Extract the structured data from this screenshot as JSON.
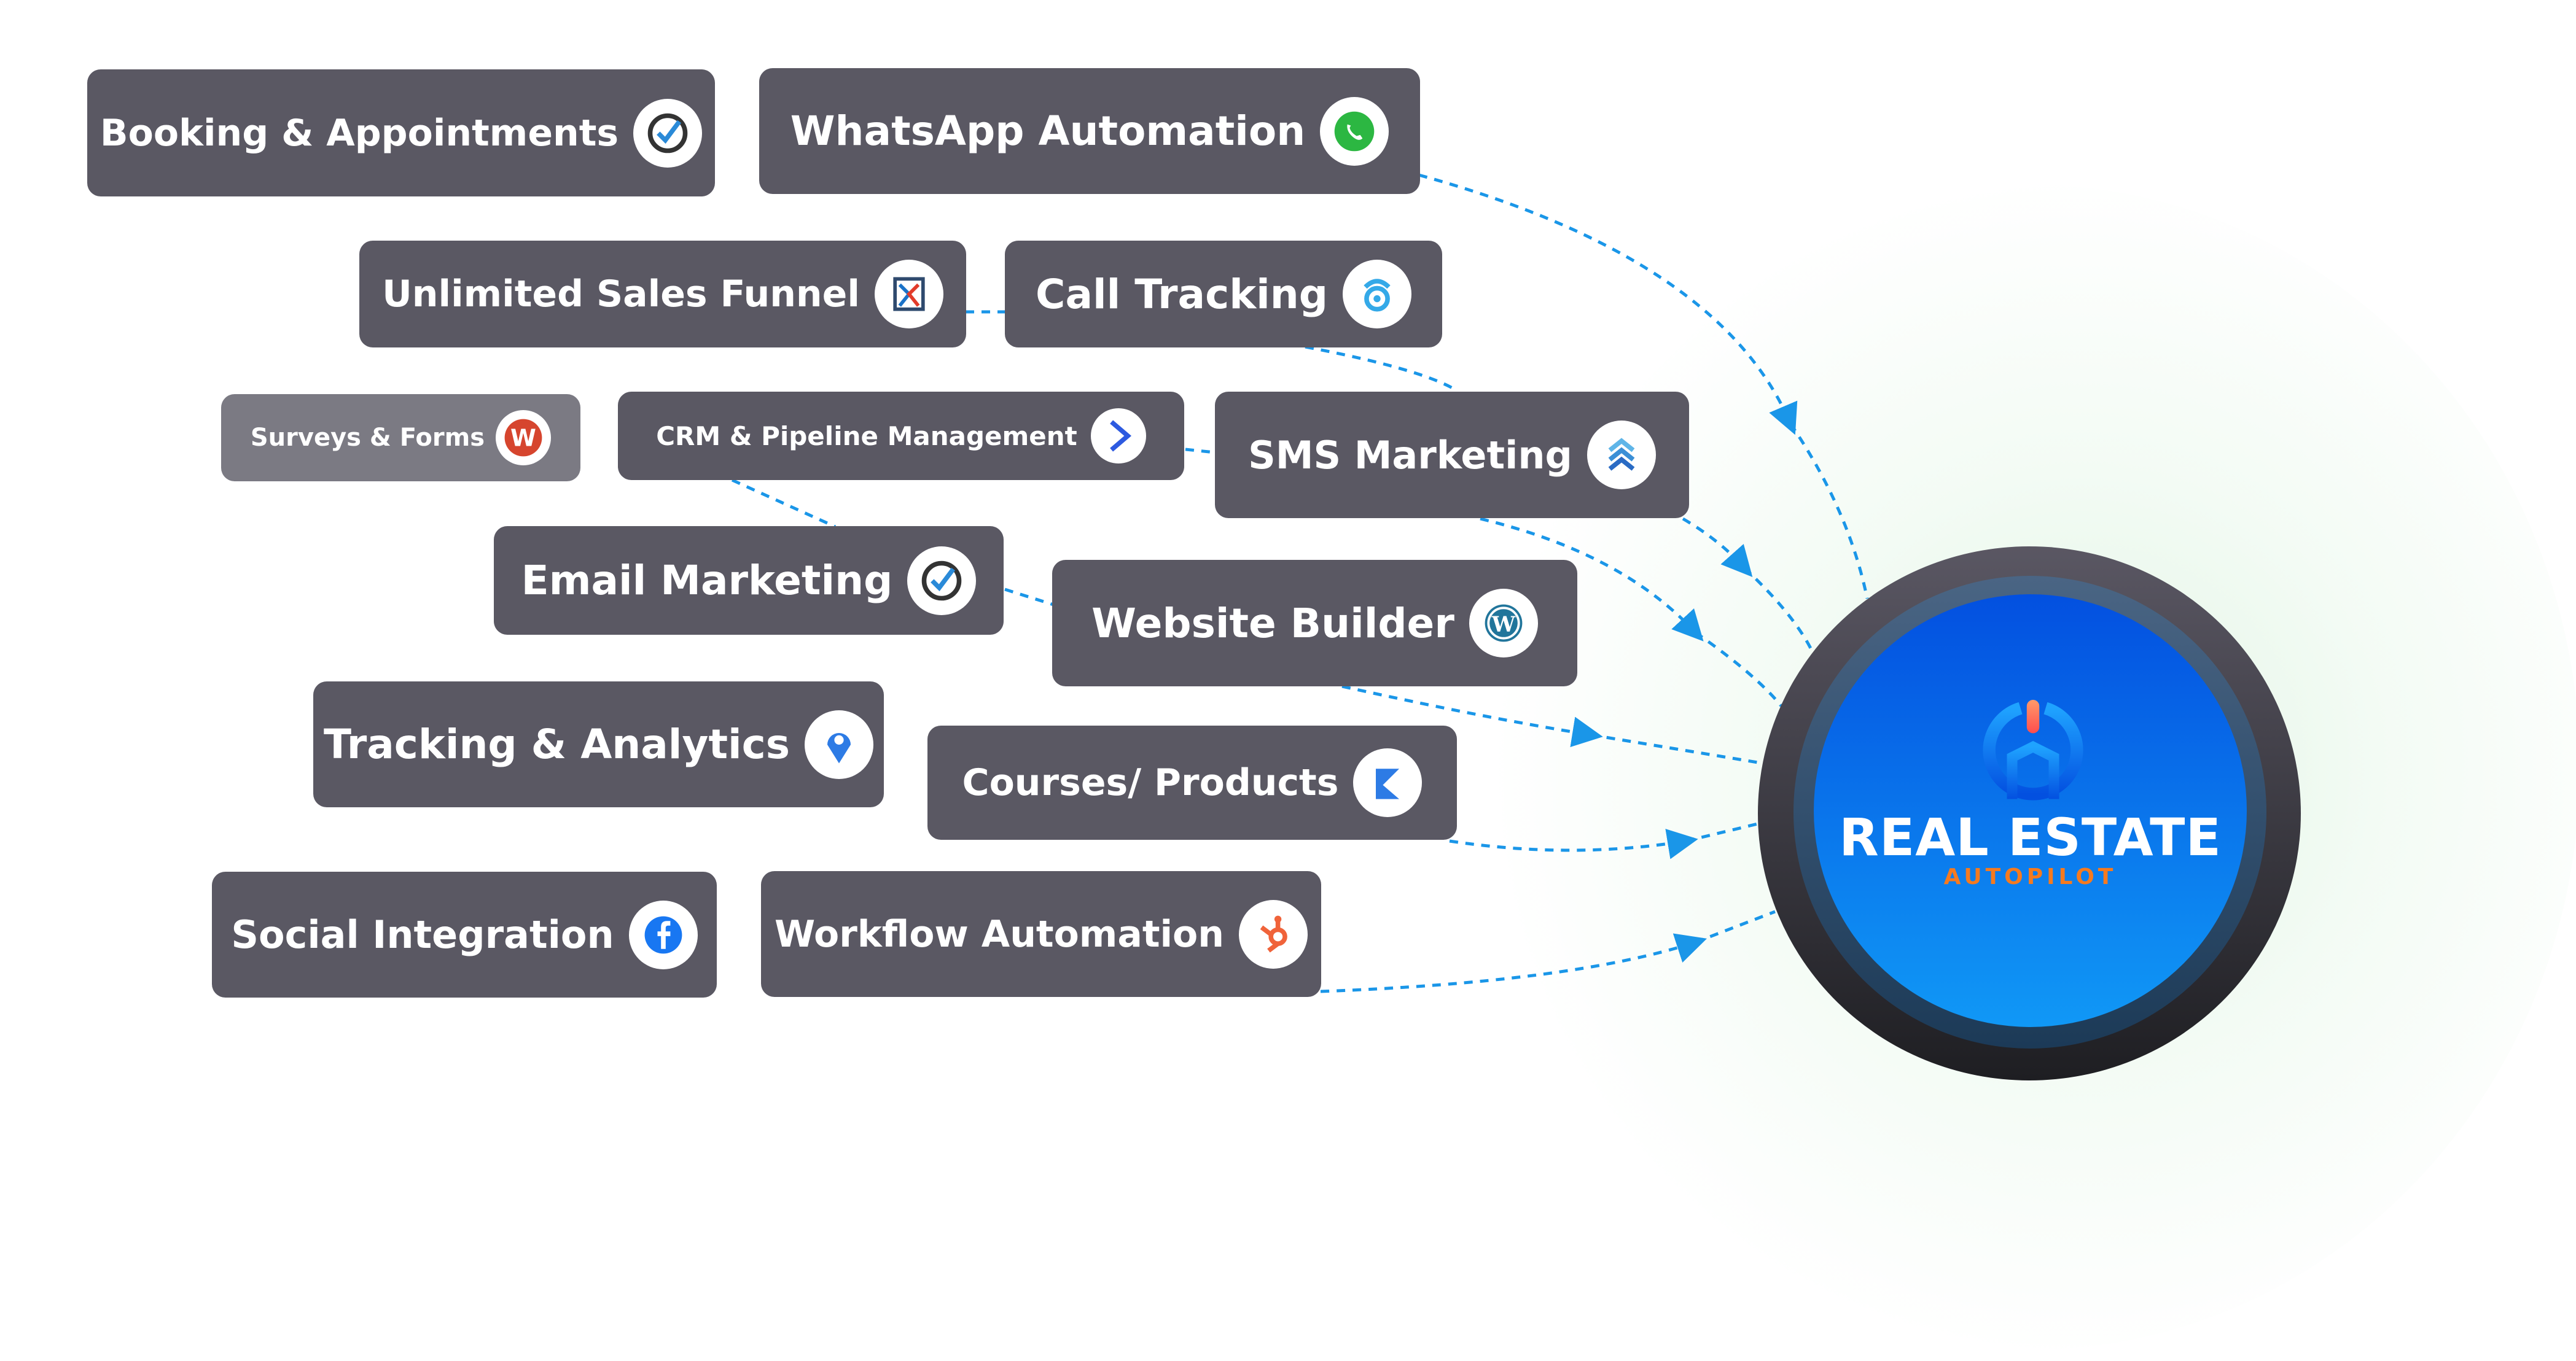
{
  "hub": {
    "title": "REAL ESTATE",
    "subtitle": "AUTOPILOT",
    "title_color": "#ffffff",
    "subtitle_color": "#f57a1f"
  },
  "features": [
    {
      "label": "Booking & Appointments",
      "icon": "checkmark-circle-icon"
    },
    {
      "label": "WhatsApp Automation",
      "icon": "whatsapp-icon"
    },
    {
      "label": "Unlimited Sales Funnel",
      "icon": "clickfunnels-icon"
    },
    {
      "label": "Call Tracking",
      "icon": "call-tracking-icon"
    },
    {
      "label": "Surveys & Forms",
      "icon": "wufoo-icon"
    },
    {
      "label": "CRM & Pipeline Management",
      "icon": "activecampaign-icon"
    },
    {
      "label": "SMS Marketing",
      "icon": "sms-chevrons-icon"
    },
    {
      "label": "Email Marketing",
      "icon": "checkmark-circle-icon"
    },
    {
      "label": "Website Builder",
      "icon": "wordpress-icon"
    },
    {
      "label": "Tracking & Analytics",
      "icon": "location-pin-icon"
    },
    {
      "label": "Courses/ Products",
      "icon": "kajabi-icon"
    },
    {
      "label": "Social Integration",
      "icon": "facebook-icon"
    },
    {
      "label": "Workflow Automation",
      "icon": "hubspot-icon"
    }
  ],
  "colors": {
    "pill": "#5a5863",
    "connector": "#1a96e8",
    "hub_blue": "#0a6ff0"
  }
}
